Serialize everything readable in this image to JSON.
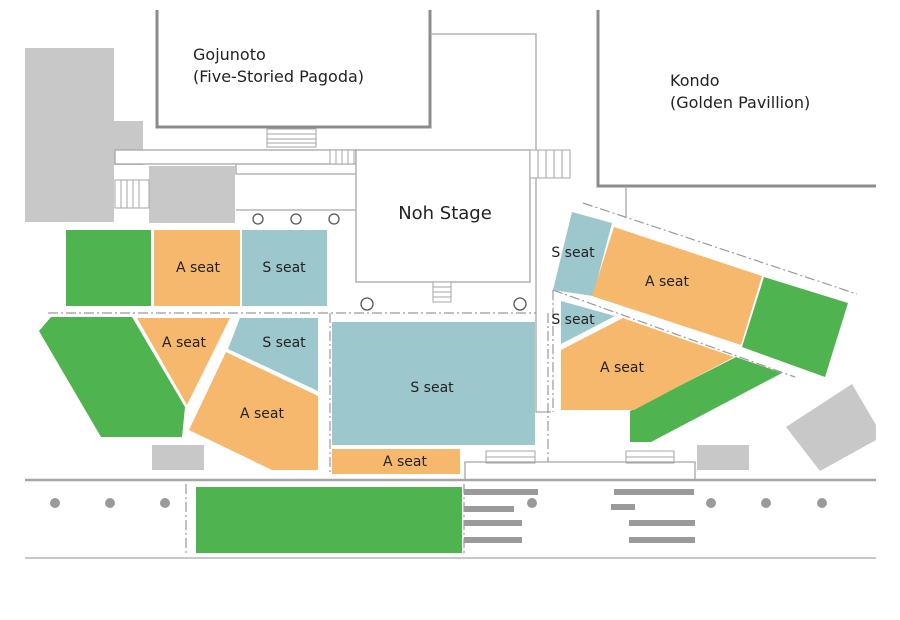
{
  "buildings": {
    "gojunoto": {
      "name": "Gojunoto",
      "subtitle": "(Five-Storied Pagoda)"
    },
    "kondo": {
      "name": "Kondo",
      "subtitle": "(Golden Pavillion)"
    },
    "noh_stage": {
      "name": "Noh Stage"
    }
  },
  "seat_labels": {
    "a1": "A seat",
    "s1": "S seat",
    "a2": "A seat",
    "s2": "S seat",
    "a3": "A seat",
    "s_center": "S seat",
    "a_front": "A seat",
    "s_right_top": "S seat",
    "a_right_top": "A seat",
    "s_right_mid": "S seat",
    "a_right_mid": "A seat"
  },
  "legend_colors": {
    "a_seat": "#f6b86c",
    "s_seat": "#9cc7cc",
    "green_area": "#4fb34f",
    "gray_structure": "#c8c8c8"
  }
}
